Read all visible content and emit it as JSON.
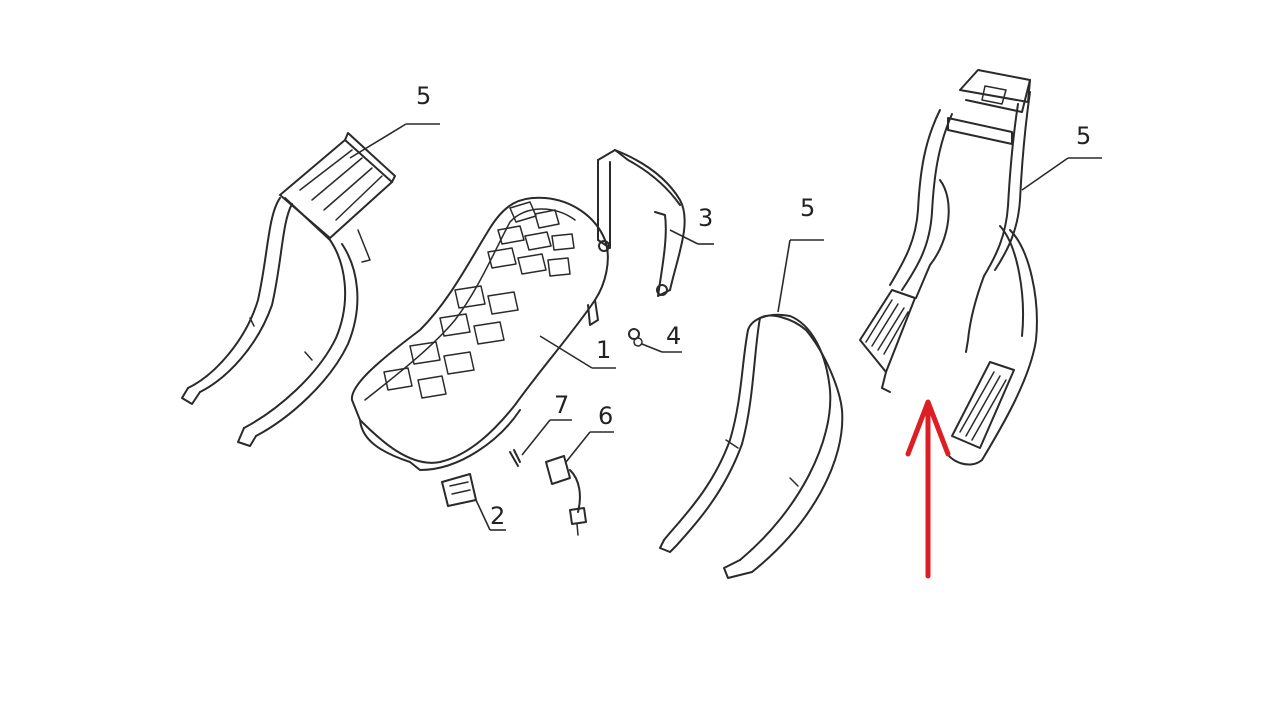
{
  "callouts": [
    {
      "id": "rack-left",
      "number": "5"
    },
    {
      "id": "seat",
      "number": "1"
    },
    {
      "id": "bracket",
      "number": "3"
    },
    {
      "id": "bolt",
      "number": "4"
    },
    {
      "id": "clip",
      "number": "2"
    },
    {
      "id": "screw",
      "number": "7"
    },
    {
      "id": "lock",
      "number": "6"
    },
    {
      "id": "grab-rail",
      "number": "5"
    },
    {
      "id": "rack-right",
      "number": "5"
    }
  ],
  "colors": {
    "line": "#2a2a2a",
    "arrow": "#dd1e24",
    "background": "#ffffff"
  },
  "arrow": {
    "direction": "up"
  }
}
